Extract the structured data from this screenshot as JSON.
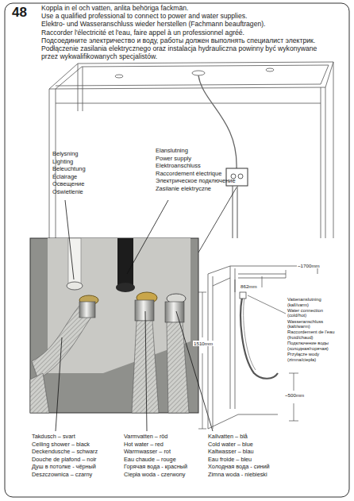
{
  "diagram": {
    "labels": [
      "48",
      "Koppla in el och vatten, anlita behöriga fackmän.",
      "Use a qualified professional to connect to power and water supplies.",
      "Elektro- und Wasseranschluss wieder herstellen (Fachmann beauftragen).",
      "Raccorder l'électricité et l'eau, faire appel à un professionnel agréé.",
      "Подсоедините электричество и воду, работы должен выполнять специалист электрик.",
      "Podłączenie zasilania elektrycznego oraz instalacja hydrauliczna powinny być wykonywane przez wykwalifikowanych specjalistów.",
      "Belysning",
      "Lighting",
      "Beleuchtung",
      "Éclairage",
      "Освещение",
      "Oświetlenie",
      "Elanslutning",
      "Power supply",
      "Elektroanschluss",
      "Raccordement électrique",
      "Электрическое подключение",
      "Zasilanie elektryczne",
      "862mm",
      "~1700mm",
      "1510mm",
      "~500mm",
      "Vattenanslutning (kall/varm)",
      "Water connection (cold/hot)",
      "Wasseranschluss (kalt/warm)",
      "Raccordement de l'eau (froid/chaud)",
      "Подключение воды (холодная/горячая)",
      "Przyłącze wody (zimna/ciepła)",
      "Takdusch – svart",
      "Ceiling shower – black",
      "Deckendusche – schwarz",
      "Douche de plafond – noir",
      "Душ в потолке - чёрный",
      "Deszczownica – czarny",
      "Varmvatten – röd",
      "Hot water – red",
      "Warmwasser – rot",
      "Eau chaude – rouge",
      "Горячая вода - красный",
      "Ciepła woda - czerwony",
      "Kallvatten – blå",
      "Cold water – blue",
      "Kaltwasser – blau",
      "Eau froide – bleu",
      "Холодная вода - синий",
      "Zimna woda - niebieski"
    ]
  }
}
